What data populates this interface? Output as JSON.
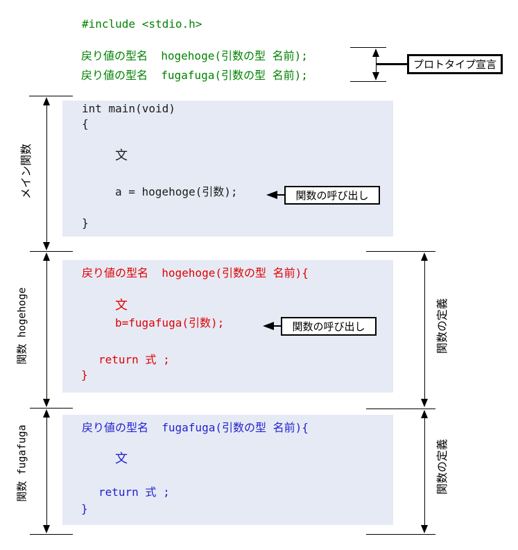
{
  "include_line": "#include <stdio.h>",
  "prototypes": {
    "line1": "戻り値の型名  hogehoge(引数の型 名前);",
    "line2": "戻り値の型名  fugafuga(引数の型 名前);",
    "label": "プロトタイプ宣言"
  },
  "main_block": {
    "side_label": "メイン関数",
    "lines": {
      "l1": "int main(void)",
      "l2": "{",
      "l3": "文",
      "l4": "a = hogehoge(引数);",
      "l5": "}"
    },
    "call_label": "関数の呼び出し"
  },
  "hogehoge_block": {
    "side_label": "関数 hogehoge",
    "right_label": "関数の定義",
    "lines": {
      "l1": "戻り値の型名  hogehoge(引数の型 名前){",
      "l2": "文",
      "l3": "b=fugafuga(引数);",
      "l4": "return 式 ;",
      "l5": "}"
    },
    "call_label": "関数の呼び出し"
  },
  "fugafuga_block": {
    "side_label": "関数 fugafuga",
    "right_label": "関数の定義",
    "lines": {
      "l1": "戻り値の型名  fugafuga(引数の型 名前){",
      "l2": "文",
      "l3": "return 式 ;",
      "l4": "}"
    }
  },
  "colors": {
    "green": "#008200",
    "red": "#e00000",
    "blue": "#2222cc",
    "code_black": "#1a1a1a",
    "block_bg": "#e6eaf5"
  }
}
